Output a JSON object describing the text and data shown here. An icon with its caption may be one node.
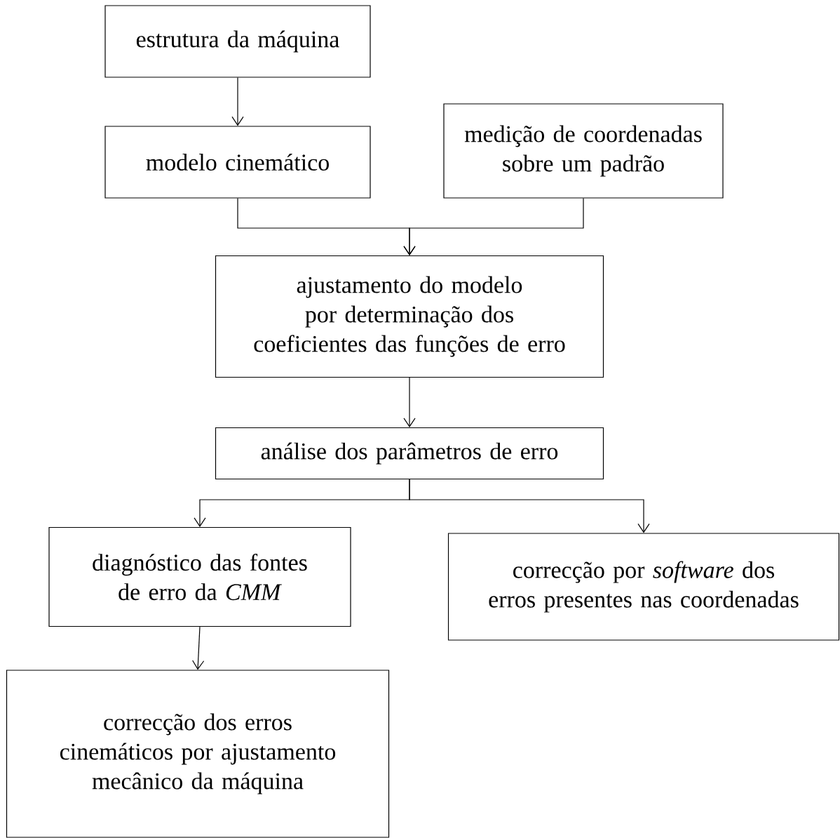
{
  "diagram": {
    "nodes": [
      {
        "text": [
          "estrutura da máquina"
        ]
      },
      {
        "text": [
          "modelo cinemático"
        ]
      },
      {
        "text": [
          "medição de coordenadas sobre um padrão"
        ]
      },
      {
        "text": [
          "ajustamento do modelo por determinação dos coeficientes das funções de erro"
        ]
      },
      {
        "text": [
          "análise dos parâmetros de erro"
        ]
      },
      {
        "text": [
          "diagnóstico das fontes de erro da *CMM*"
        ]
      },
      {
        "text": [
          "correcção por *software* dos erros presentes nas coordenadas"
        ]
      },
      {
        "text": [
          "correcção dos erros cinemáticos por ajustamento mecânico da máquina"
        ]
      }
    ],
    "edges": [
      {
        "from": 0,
        "to": 1,
        "arrow": "to"
      },
      {
        "from": 1,
        "to": 3,
        "arrow": "to"
      },
      {
        "from": 2,
        "to": 3,
        "arrow": "to"
      },
      {
        "from": 3,
        "to": 4,
        "arrow": "to"
      },
      {
        "from": 4,
        "to": 5,
        "arrow": "to"
      },
      {
        "from": 4,
        "to": 6,
        "arrow": "to"
      },
      {
        "from": 5,
        "to": 7,
        "arrow": "to"
      }
    ]
  }
}
